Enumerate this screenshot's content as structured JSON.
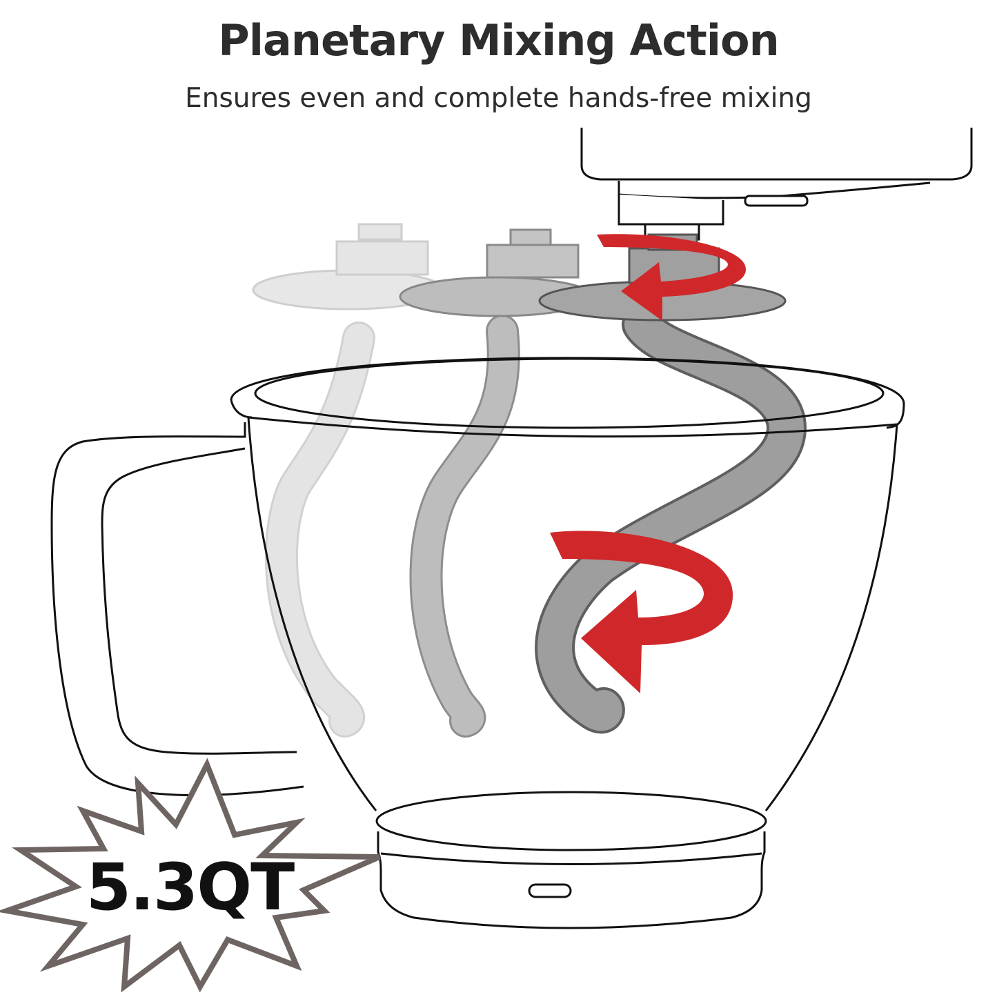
{
  "header": {
    "title": "Planetary Mixing Action",
    "subtitle": "Ensures even and complete hands-free mixing"
  },
  "badge": {
    "capacity": "5.3QT"
  },
  "colors": {
    "text": "#2d2d2d",
    "outline": "#111111",
    "arrow": "#d0282a",
    "hook_dark": "#9c9c9c",
    "hook_mid": "#b9b9b9",
    "hook_light": "#dcdcdc",
    "burst": "#6e6563"
  },
  "icons": [
    "mixer-head-icon",
    "dough-hook-icon",
    "rotation-arrow-icon",
    "mixing-bowl-icon",
    "starburst-icon"
  ]
}
